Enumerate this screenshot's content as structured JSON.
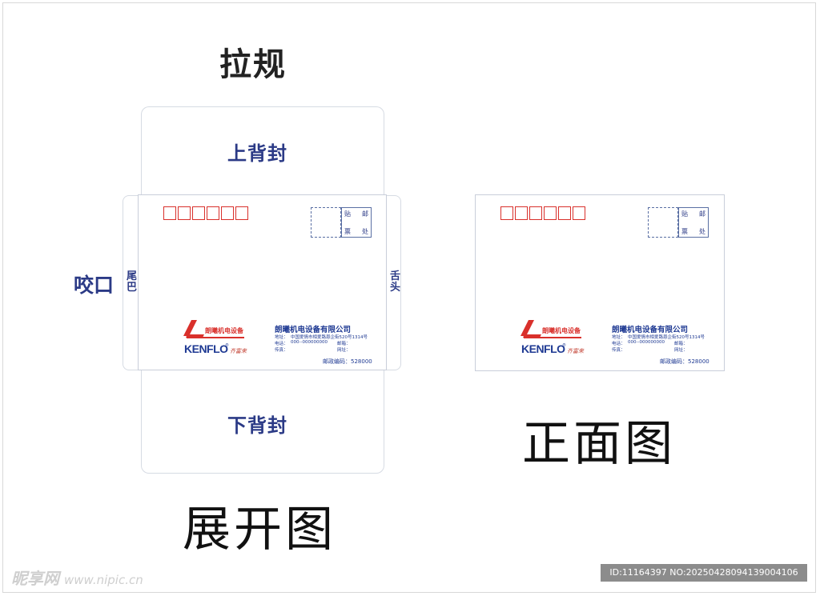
{
  "top_title": "拉规",
  "unfolded": {
    "upper_flap": "上背封",
    "lower_flap": "下背封",
    "left_outer": "咬口",
    "left_inner": "尾巴",
    "right_inner": "舌头",
    "caption": "展开图"
  },
  "front": {
    "caption": "正面图"
  },
  "envelope": {
    "stamp_chars": [
      "贴",
      "邮",
      "票",
      "处"
    ],
    "logo_cn": "朗曦机电设备",
    "brand": "KENFLO",
    "brand_reg": "®",
    "signature": "齐富来",
    "company": "朗曦机电设备有限公司",
    "address_label": "地址：",
    "address_value": "中国爱情市相爱路恩企街520号1314号",
    "phone_label": "电话：",
    "phone_value": "000--000000000",
    "mail_label": "邮箱：",
    "fax_label": "传真：",
    "web_label": "网址：",
    "postcode": "邮政编码：528000"
  },
  "watermark": {
    "site_cn": "昵享网",
    "site_url": "www.nipic.cn",
    "id_text": "ID:11164397 NO:20250428094139004106"
  },
  "colors": {
    "navy": "#2b3a86",
    "red": "#d9302b",
    "brand_blue": "#1f3a93"
  }
}
